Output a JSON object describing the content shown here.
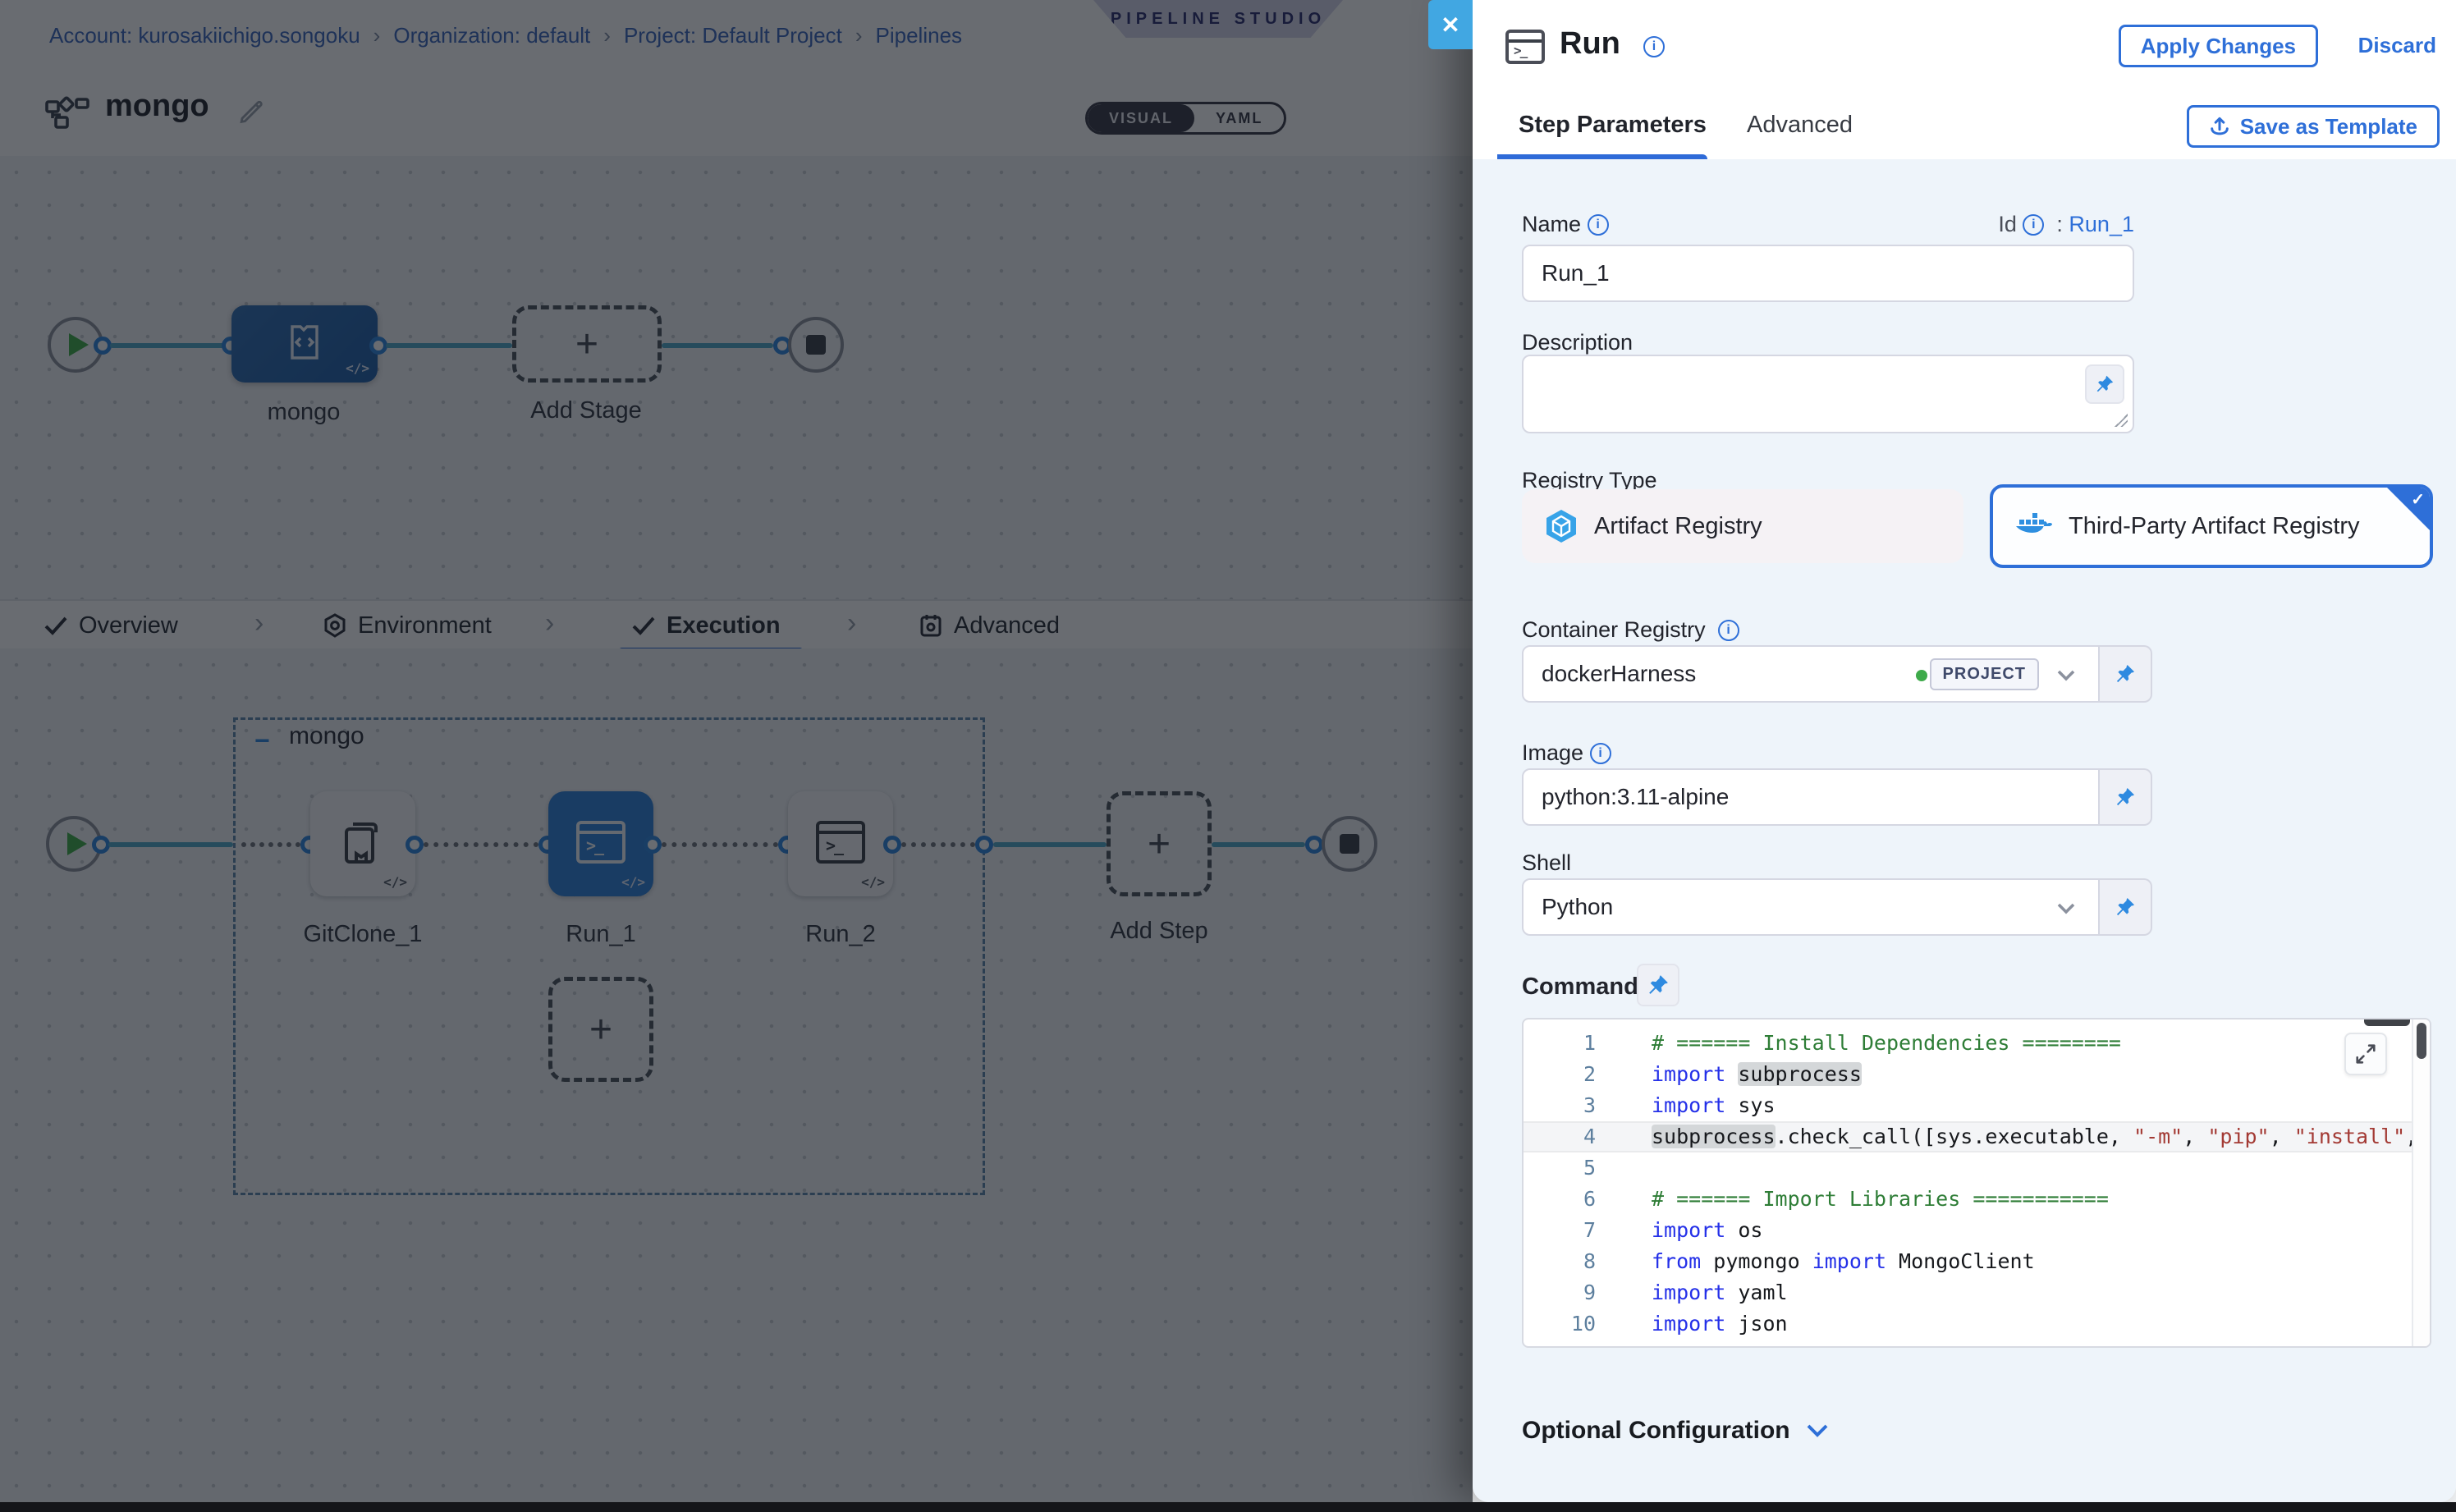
{
  "colors": {
    "accent": "#2e6fd8",
    "close_button": "#41a7e2",
    "node_selected": "#2f80d9",
    "success_green": "#3eaa4a",
    "code_comment": "#2e7d36",
    "code_keyword": "#2430e8",
    "code_string": "#a33a34",
    "tab_underline": "#2e6bd8"
  },
  "breadcrumb": {
    "separator": "›",
    "items": [
      "Account: kurosakiichigo.songoku",
      "Organization: default",
      "Project: Default Project",
      "Pipelines"
    ]
  },
  "studio_badge": "PIPELINE STUDIO",
  "pipeline_header": {
    "title": "mongo",
    "visual": "VISUAL",
    "yaml": "YAML"
  },
  "stage_graph": {
    "stage_label": "mongo",
    "add_stage_label": "Add Stage"
  },
  "canvas_tabs": [
    {
      "icon": "check",
      "label": "Overview",
      "active": false
    },
    {
      "icon": "hexagon",
      "label": "Environment",
      "active": false
    },
    {
      "icon": "check",
      "label": "Execution",
      "active": true
    },
    {
      "icon": "doc",
      "label": "Advanced",
      "active": false
    }
  ],
  "exec_graph": {
    "group_label": "mongo",
    "collapse_glyph": "−",
    "steps": [
      {
        "label": "GitClone_1"
      },
      {
        "label": "Run_1",
        "selected": true
      },
      {
        "label": "Run_2"
      }
    ],
    "add_step_label": "Add Step"
  },
  "drawer": {
    "close_glyph": "✕",
    "title": "Run",
    "apply_label": "Apply Changes",
    "discard_label": "Discard",
    "tab_step_parameters": "Step Parameters",
    "tab_advanced": "Advanced",
    "save_as_template_label": "Save as Template",
    "name": {
      "label": "Name",
      "value": "Run_1"
    },
    "id": {
      "label": "Id",
      "sep": ":",
      "value": "Run_1"
    },
    "description": {
      "label": "Description",
      "value": ""
    },
    "registry_type": {
      "label": "Registry Type",
      "options": [
        {
          "label": "Artifact Registry",
          "selected": false
        },
        {
          "label": "Third-Party Artifact Registry",
          "selected": true
        }
      ],
      "selected_check": "✓"
    },
    "container_registry": {
      "label": "Container Registry",
      "value": "dockerHarness",
      "scope": "PROJECT"
    },
    "image": {
      "label": "Image",
      "value": "python:3.11-alpine"
    },
    "shell": {
      "label": "Shell",
      "value": "Python"
    },
    "command": {
      "label": "Command"
    },
    "code": {
      "lines": [
        {
          "n": "1",
          "sel": false,
          "tokens": [
            [
              "c",
              "# ====== Install Dependencies ========"
            ]
          ]
        },
        {
          "n": "2",
          "sel": false,
          "tokens": [
            [
              "k",
              "import"
            ],
            [
              "t",
              " "
            ],
            [
              "h",
              "subprocess"
            ]
          ]
        },
        {
          "n": "3",
          "sel": false,
          "tokens": [
            [
              "k",
              "import"
            ],
            [
              "t",
              " sys"
            ]
          ]
        },
        {
          "n": "4",
          "sel": true,
          "tokens": [
            [
              "h",
              "subprocess"
            ],
            [
              "t",
              ".check_call([sys.executable, "
            ],
            [
              "s",
              "\"-m\""
            ],
            [
              "t",
              ", "
            ],
            [
              "s",
              "\"pip\""
            ],
            [
              "t",
              ", "
            ],
            [
              "s",
              "\"install\""
            ],
            [
              "t",
              ","
            ]
          ]
        },
        {
          "n": "5",
          "sel": false,
          "tokens": []
        },
        {
          "n": "6",
          "sel": false,
          "tokens": [
            [
              "c",
              "# ====== Import Libraries ==========="
            ]
          ]
        },
        {
          "n": "7",
          "sel": false,
          "tokens": [
            [
              "k",
              "import"
            ],
            [
              "t",
              " os"
            ]
          ]
        },
        {
          "n": "8",
          "sel": false,
          "tokens": [
            [
              "k",
              "from"
            ],
            [
              "t",
              " pymongo "
            ],
            [
              "k",
              "import"
            ],
            [
              "t",
              " MongoClient"
            ]
          ]
        },
        {
          "n": "9",
          "sel": false,
          "tokens": [
            [
              "k",
              "import"
            ],
            [
              "t",
              " yaml"
            ]
          ]
        },
        {
          "n": "10",
          "sel": false,
          "tokens": [
            [
              "k",
              "import"
            ],
            [
              "t",
              " json"
            ]
          ]
        }
      ]
    },
    "optional_configuration_label": "Optional Configuration"
  }
}
